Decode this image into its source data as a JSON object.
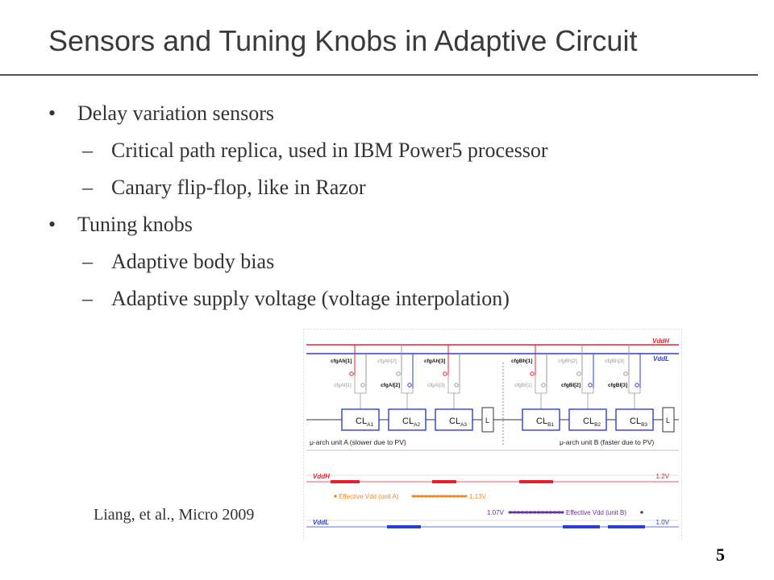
{
  "title": "Sensors and Tuning Knobs in Adaptive Circuit",
  "bullets": [
    {
      "text": "Delay variation sensors",
      "subs": [
        "Critical path replica, used in IBM Power5 processor",
        "Canary flip-flop, like in Razor"
      ]
    },
    {
      "text": "Tuning knobs",
      "subs": [
        "Adaptive body bias",
        "Adaptive supply voltage (voltage interpolation)"
      ]
    }
  ],
  "bullet_glyph": "•",
  "dash_glyph": "–",
  "credit": "Liang, et al., Micro 2009",
  "page_number": "5",
  "figure": {
    "rail_high": "VddH",
    "rail_low": "VddL",
    "cfg_a_high": [
      "cfgAh[1]",
      "cfgAh[2]",
      "cfgAh[3]"
    ],
    "cfg_a_low": [
      "cfgAl[1]",
      "cfgAl[2]",
      "cfgAl[3]"
    ],
    "cfg_b_high": [
      "cfgBh[1]",
      "cfgBh[2]",
      "cfgBh[3]"
    ],
    "cfg_b_low": [
      "cfgBl[1]",
      "cfgBl[2]",
      "cfgBl[3]"
    ],
    "blocks_a": [
      {
        "main": "CL",
        "sub": "A1"
      },
      {
        "main": "CL",
        "sub": "A2"
      },
      {
        "main": "CL",
        "sub": "A3"
      }
    ],
    "blocks_b": [
      {
        "main": "CL",
        "sub": "B1"
      },
      {
        "main": "CL",
        "sub": "B2"
      },
      {
        "main": "CL",
        "sub": "B3"
      }
    ],
    "latch": "L",
    "unit_a": "μ-arch unit A (slower due to PV)",
    "unit_b": "μ-arch unit B (faster due to PV)",
    "wave_high": "VddH",
    "wave_low": "VddL",
    "v_high": "1.2V",
    "v_low": "1.0V",
    "eff_a_label": "Effective Vdd (unit A)",
    "eff_a_value": "1.13V",
    "eff_b_label": "Effective Vdd (unit B)",
    "eff_b_value": "1.07V",
    "colors": {
      "red": "#e8202a",
      "blue": "#2a3fd6",
      "orange": "#f08a24",
      "purple": "#6a2ea0",
      "gray": "#9a9a9a"
    }
  }
}
